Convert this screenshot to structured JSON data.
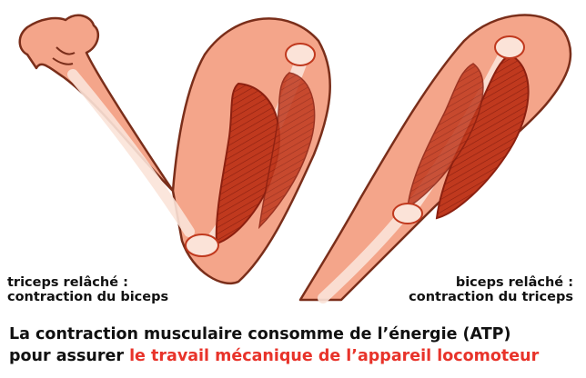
{
  "left_arm": {
    "label_line1": "triceps relâché :",
    "label_line2": "contraction du biceps"
  },
  "right_arm": {
    "label_line1": "biceps relâché :",
    "label_line2": "contraction du triceps"
  },
  "caption": {
    "line1": "La contraction musculaire consomme de l’énergie (ATP)",
    "line2_prefix": "pour assurer ",
    "line2_highlight": "le travail mécanique de l’appareil locomoteur"
  },
  "colors": {
    "skin": "#f4a58a",
    "skin_outline": "#7a2e1a",
    "muscle": "#c0391e",
    "muscle_dark": "#8c2010",
    "bone": "#fbe3d8",
    "highlight_text": "#e8332a"
  }
}
